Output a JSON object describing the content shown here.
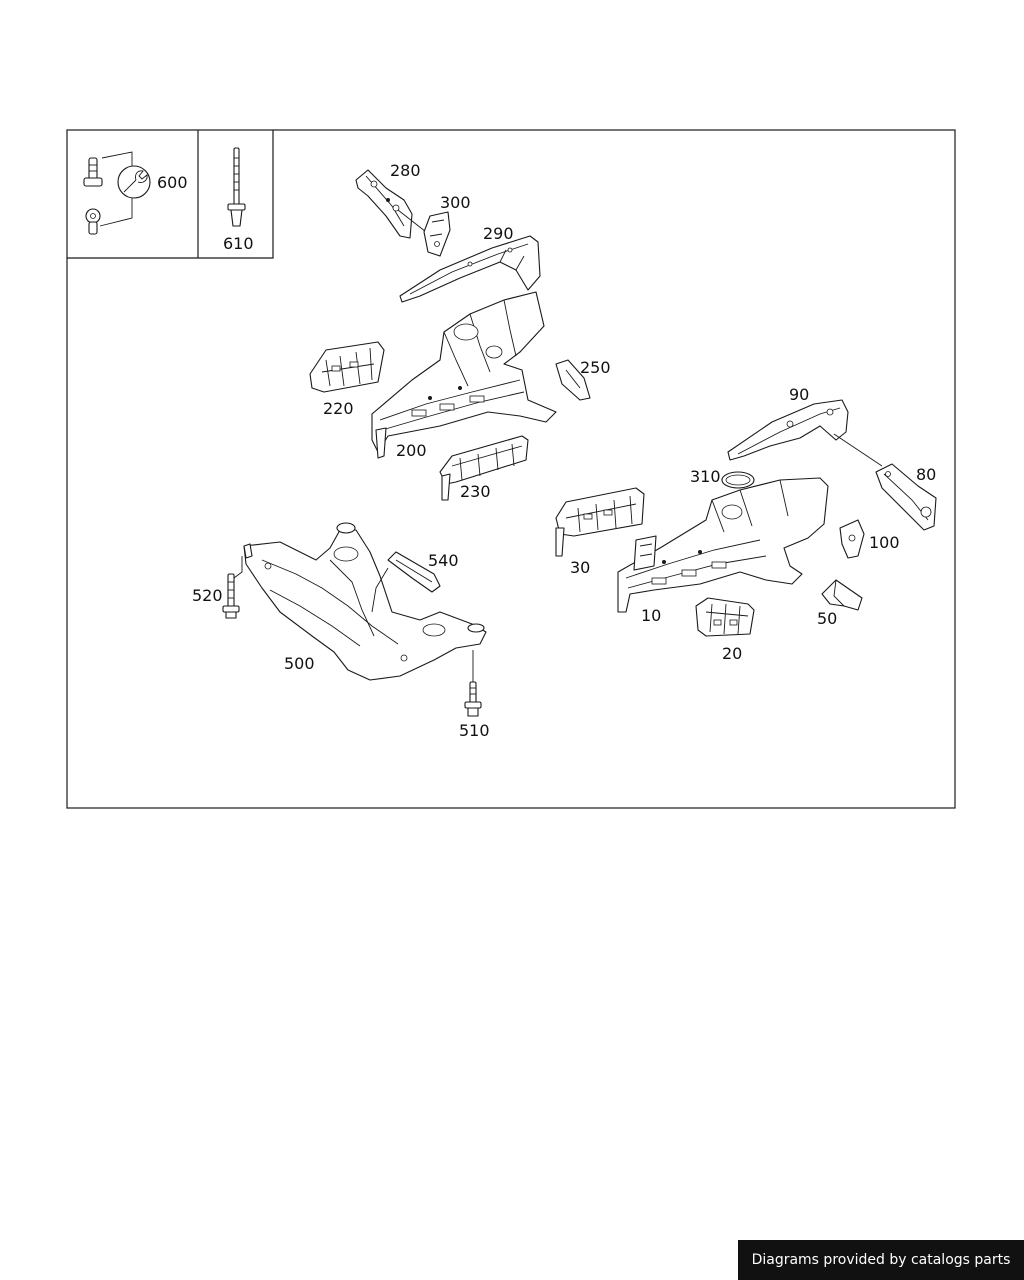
{
  "diagram": {
    "callouts": {
      "c280": "280",
      "c300": "300",
      "c290": "290",
      "c250": "250",
      "c220": "220",
      "c200": "200",
      "c230": "230",
      "c90": "90",
      "c310": "310",
      "c80": "80",
      "c30": "30",
      "c100": "100",
      "c10": "10",
      "c50": "50",
      "c20": "20",
      "c540": "540",
      "c520": "520",
      "c500": "500",
      "c510": "510",
      "c600": "600",
      "c610": "610"
    }
  },
  "footer": {
    "credit": "Diagrams provided by catalogs parts"
  },
  "icons": {
    "tool": "wrench-icon"
  }
}
